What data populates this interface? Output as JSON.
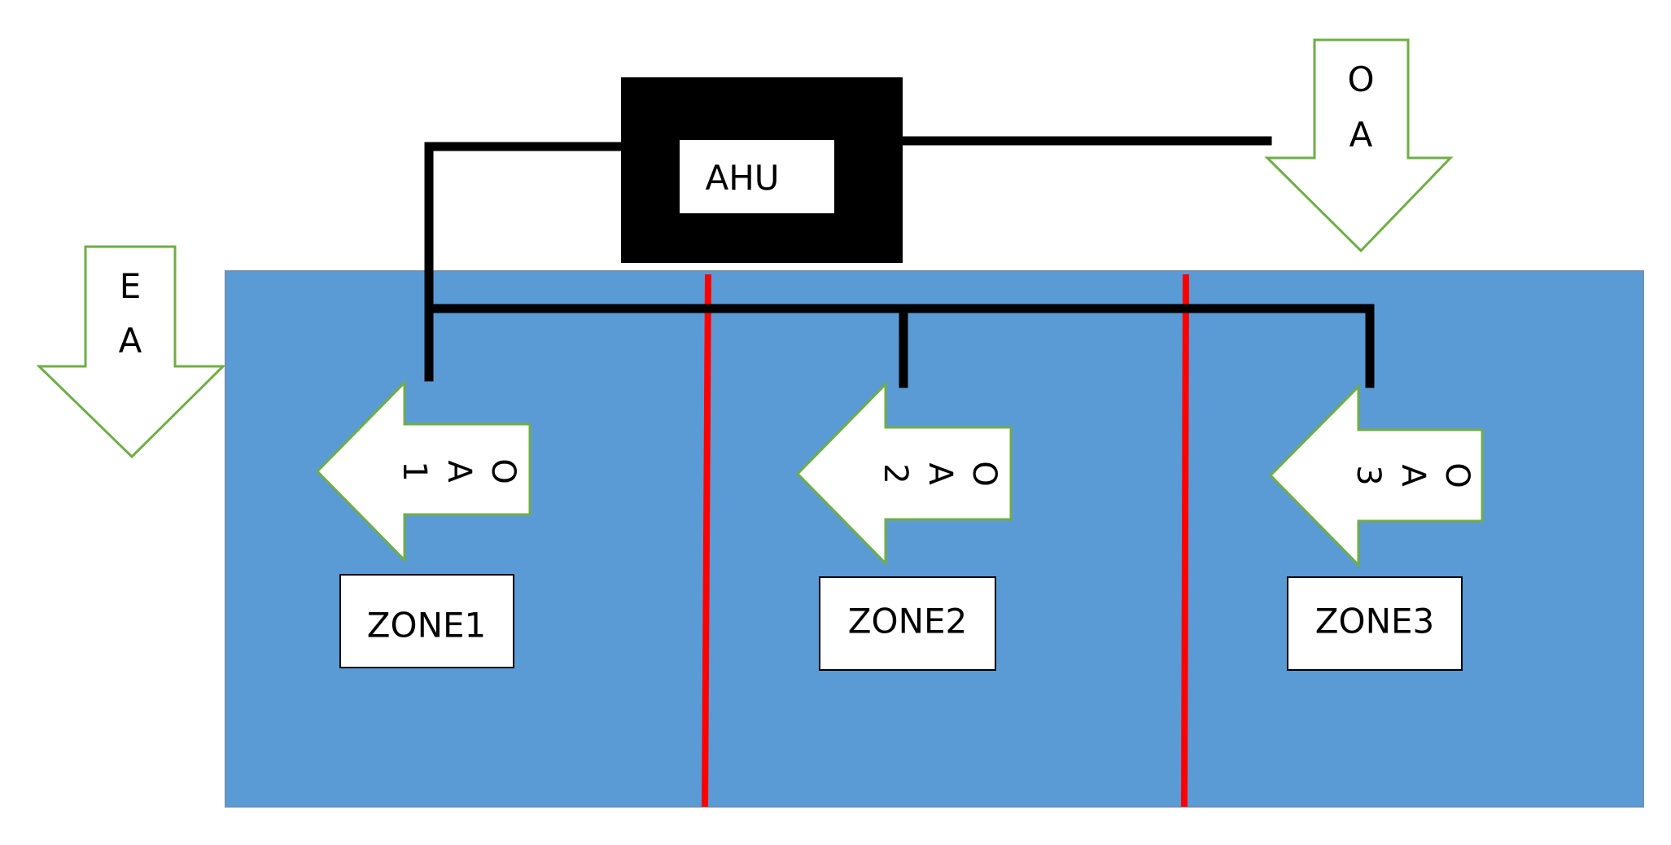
{
  "colors": {
    "building_fill": "#5b9bd5",
    "building_stroke": "#6f8fb3",
    "divider": "#ff0000",
    "duct": "#000000",
    "arrow_outline": "#70ad47",
    "arrow_fill": "#ffffff",
    "label_box_fill": "#ffffff",
    "label_box_stroke": "#000000"
  },
  "ahu": {
    "label": "AHU"
  },
  "outdoor_air": {
    "line1": "O",
    "line2": "A"
  },
  "exhaust_air": {
    "line1": "E",
    "line2": "A"
  },
  "zones": [
    {
      "label": "ZONE1",
      "arrow": {
        "line1": "O",
        "line2": "A",
        "line3": "1"
      }
    },
    {
      "label": "ZONE2",
      "arrow": {
        "line1": "O",
        "line2": "A",
        "line3": "2"
      }
    },
    {
      "label": "ZONE3",
      "arrow": {
        "line1": "O",
        "line2": "A",
        "line3": "3"
      }
    }
  ]
}
